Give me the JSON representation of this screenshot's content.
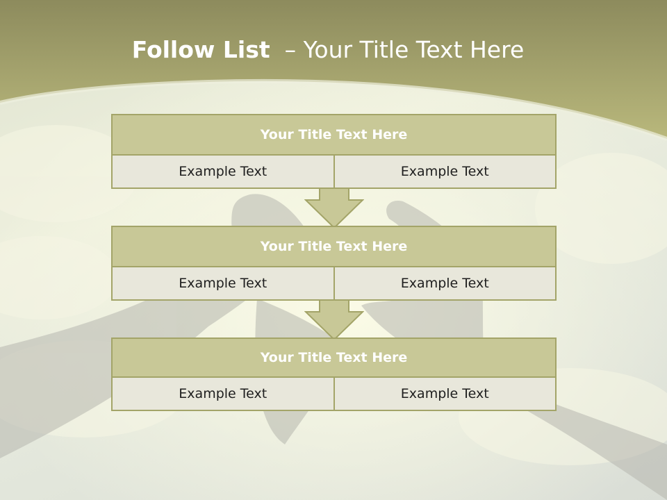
{
  "title": {
    "bold_part": "Follow List",
    "rest_part": "– Your Title Text Here"
  },
  "colors": {
    "banner": "#b9b87c",
    "header_fill": "#c8c897",
    "border": "#a3a468",
    "cell_fill": "#e8e7db",
    "title_text": "#ffffff"
  },
  "blocks": [
    {
      "header": "Your Title Text Here",
      "left": "Example Text",
      "right": "Example Text"
    },
    {
      "header": "Your Title Text Here",
      "left": "Example Text",
      "right": "Example Text"
    },
    {
      "header": "Your Title Text Here",
      "left": "Example Text",
      "right": "Example Text"
    }
  ],
  "icons": [
    "down-arrow-icon",
    "down-arrow-icon"
  ]
}
